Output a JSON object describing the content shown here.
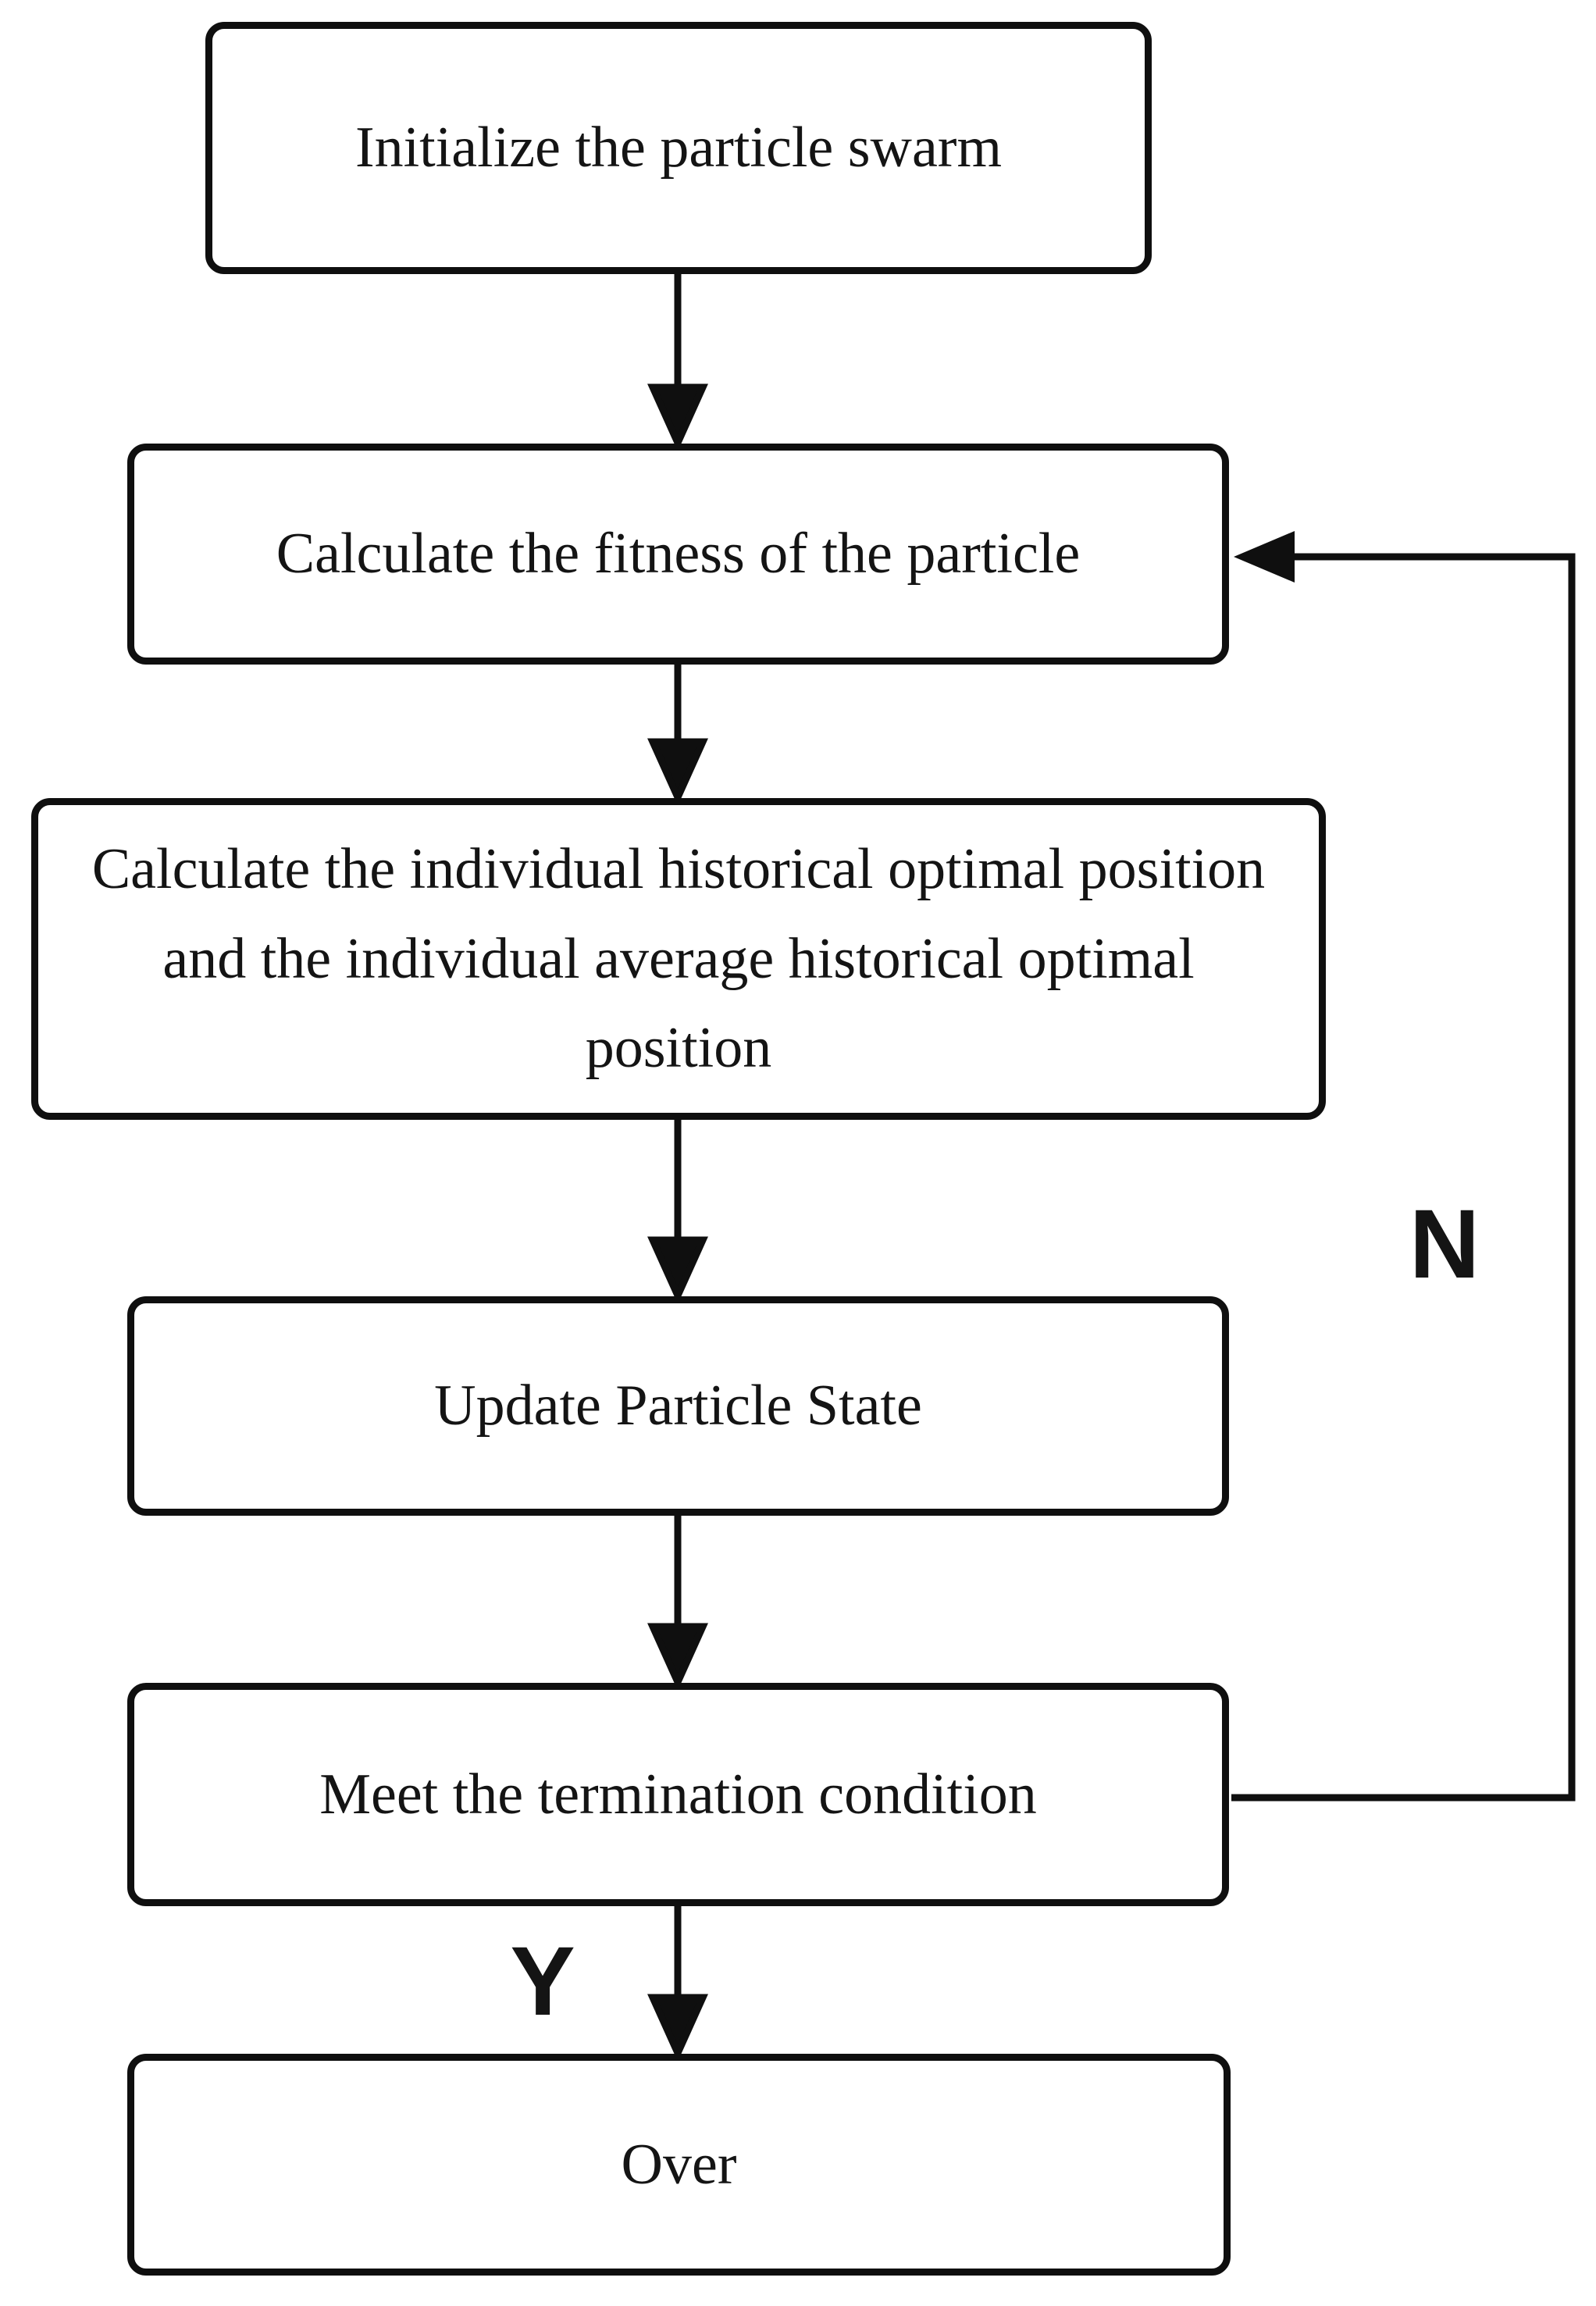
{
  "flow": {
    "nodes": [
      {
        "name": "initialize",
        "label": "Initialize the particle swarm"
      },
      {
        "name": "fitness",
        "label": "Calculate the fitness of the particle"
      },
      {
        "name": "historical-optimal",
        "label": "Calculate the individual historical optimal position and the individual average historical optimal position"
      },
      {
        "name": "update-state",
        "label": "Update Particle State"
      },
      {
        "name": "termination",
        "label": "Meet the termination condition"
      },
      {
        "name": "over",
        "label": "Over"
      }
    ],
    "branch_labels": {
      "yes": "Y",
      "no": "N"
    },
    "colors": {
      "stroke": "#0f0f0f",
      "background": "#ffffff",
      "text": "#141414"
    }
  }
}
